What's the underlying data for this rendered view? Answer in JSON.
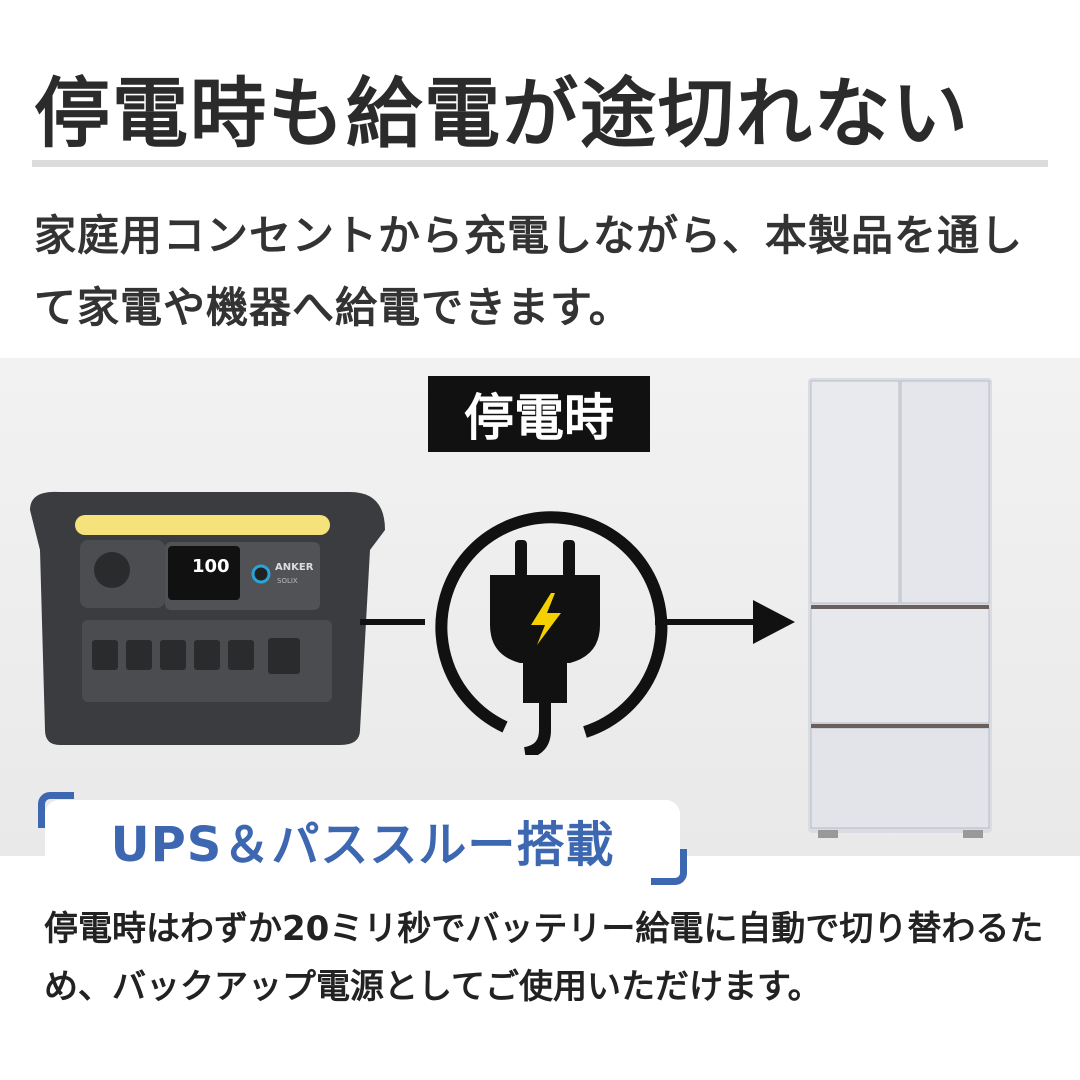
{
  "title": "停電時も給電が途切れない",
  "subtitle": "家庭用コンセントから充電しながら、本製品を通して家電や機器へ給電できます。",
  "scene_label": "停電時",
  "device": {
    "brand": "ANKER",
    "sub_brand": "SOLIX",
    "display_value": "100"
  },
  "badge": "UPS＆パススルー搭載",
  "body": "停電時はわずか20ミリ秒でバッテリー給電に自動で切り替わるため、バックアップ電源としてご使用いただけます。",
  "colors": {
    "accent": "#3d67b1",
    "plug_bolt": "#f5d000"
  }
}
